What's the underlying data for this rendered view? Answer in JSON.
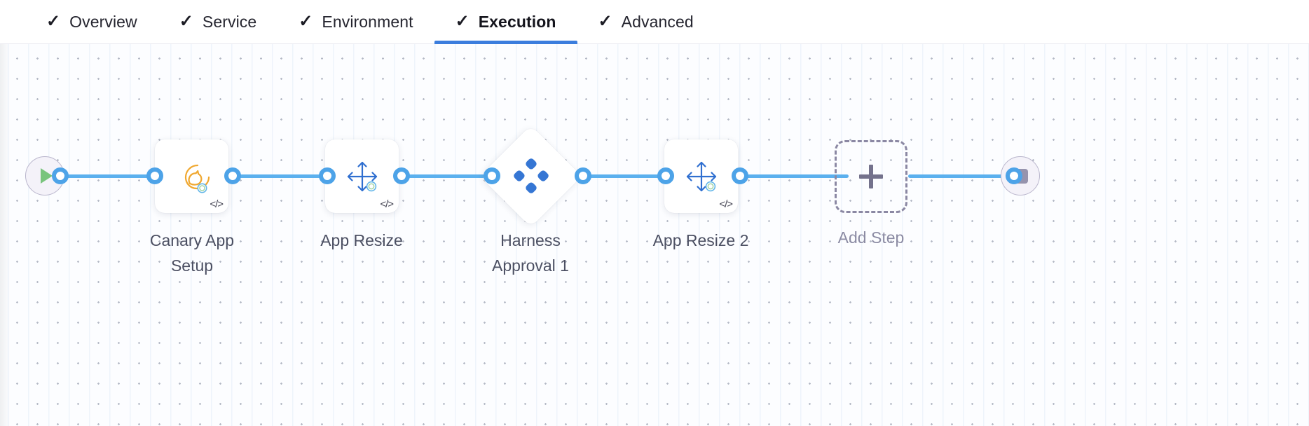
{
  "tabs": [
    {
      "label": "Overview",
      "icon": "check-icon",
      "active": false,
      "complete": true
    },
    {
      "label": "Service",
      "icon": "check-icon",
      "active": false,
      "complete": true
    },
    {
      "label": "Environment",
      "icon": "check-icon",
      "active": false,
      "complete": true
    },
    {
      "label": "Execution",
      "icon": "check-icon",
      "active": true,
      "complete": true
    },
    {
      "label": "Advanced",
      "icon": "check-icon",
      "active": false,
      "complete": true
    }
  ],
  "tab_check_glyph": "✓",
  "canvas": {
    "start_node": {
      "name": "start-node",
      "icon": "play-icon"
    },
    "end_node": {
      "name": "end-node",
      "icon": "stop-icon"
    },
    "steps": [
      {
        "label": "Canary App\nSetup",
        "icon": "canary-bird-icon",
        "code_badge": "</>",
        "shape": "card"
      },
      {
        "label": "App Resize",
        "icon": "resize-arrows-icon",
        "code_badge": "</>",
        "shape": "card"
      },
      {
        "label": "Harness\nApproval 1",
        "icon": "harness-logo-icon",
        "code_badge": "",
        "shape": "diamond"
      },
      {
        "label": "App Resize 2",
        "icon": "resize-arrows-icon",
        "code_badge": "</>",
        "shape": "card"
      },
      {
        "label": "Add Step",
        "icon": "plus-icon",
        "code_badge": "",
        "shape": "dashed"
      }
    ]
  },
  "colors": {
    "accent_blue": "#3b7ddd",
    "edge_blue": "#5bb0ee",
    "port_blue": "#4da3e8",
    "harness_blue": "#3576d4",
    "canary_orange": "#f0a830",
    "play_green": "#79c47d",
    "stop_gray": "#9693ad",
    "dashed_gray": "#8b88a3",
    "label_text": "#4b4f62",
    "muted_text": "#8b8ba3",
    "canvas_bg": "#fcfdff"
  }
}
